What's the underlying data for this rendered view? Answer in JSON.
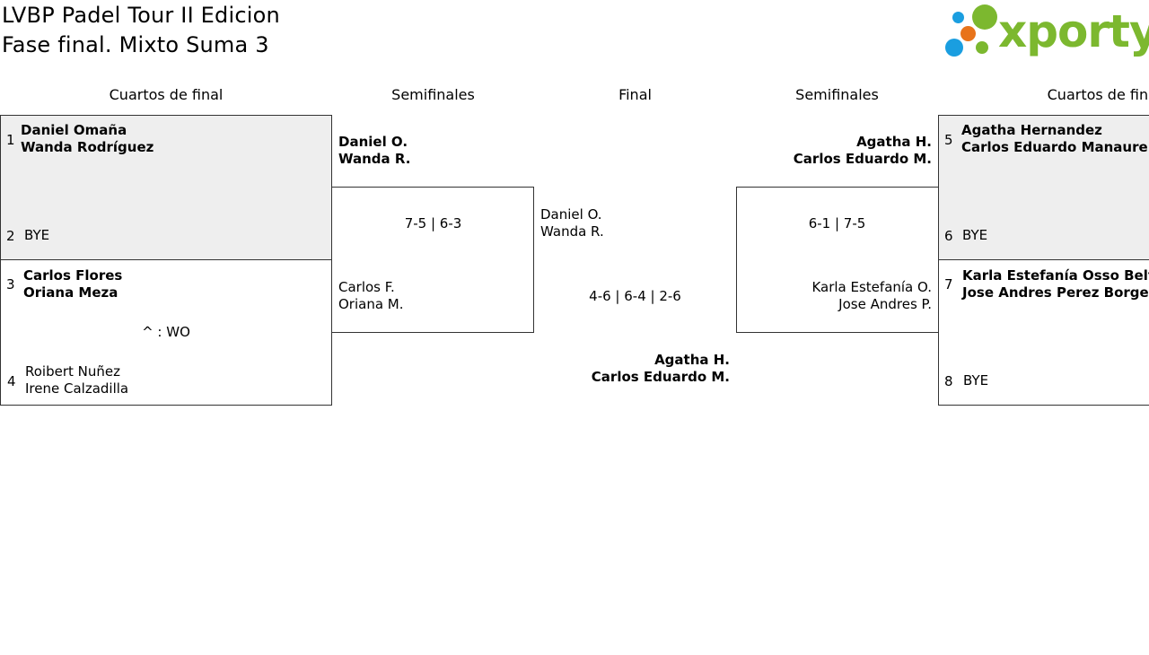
{
  "header": {
    "title_line1": "LVBP Padel Tour II Edicion",
    "title_line2": "Fase final. Mixto Suma 3",
    "logo_text": "xporty"
  },
  "columns": {
    "quarters_left": "Cuartos de final",
    "semis_left": "Semifinales",
    "final": "Final",
    "semis_right": "Semifinales",
    "quarters_right": "Cuartos de final"
  },
  "left_quarters": [
    {
      "seed": "1",
      "p1": "Daniel Omaña",
      "p2": "Wanda Rodríguez"
    },
    {
      "seed": "2",
      "p1": "BYE",
      "p2": ""
    },
    {
      "seed": "3",
      "p1": "Carlos Flores",
      "p2": "Oriana Meza"
    },
    {
      "seed": "4",
      "p1": "Roibert Nuñez",
      "p2": "Irene Calzadilla"
    }
  ],
  "left_quarter_score": "^ : WO",
  "left_semis": {
    "top": {
      "p1": "Daniel O.",
      "p2": "Wanda R."
    },
    "score": "7-5 | 6-3",
    "bottom": {
      "p1": "Carlos F.",
      "p2": "Oriana M."
    }
  },
  "final": {
    "top": {
      "p1": "Daniel O.",
      "p2": "Wanda R."
    },
    "score": "4-6 | 6-4 | 2-6",
    "bottom": {
      "p1": "Agatha H.",
      "p2": "Carlos Eduardo M."
    }
  },
  "right_semis": {
    "top": {
      "p1": "Agatha H.",
      "p2": "Carlos Eduardo M."
    },
    "score": "6-1 | 7-5",
    "bottom": {
      "p1": "Karla Estefanía O.",
      "p2": "Jose Andres P."
    }
  },
  "right_quarters": [
    {
      "seed": "5",
      "p1": "Agatha Hernandez",
      "p2": "Carlos Eduardo Manaure Sir"
    },
    {
      "seed": "6",
      "p1": "BYE",
      "p2": ""
    },
    {
      "seed": "7",
      "p1": "Karla Estefanía Osso Belfort",
      "p2": "Jose Andres Perez Borges"
    },
    {
      "seed": "8",
      "p1": "BYE",
      "p2": ""
    }
  ],
  "colors": {
    "grey_box": "#eeeeee",
    "logo_green": "#7cb82f",
    "logo_blue": "#1a9ee0",
    "logo_orange": "#e8731a"
  }
}
